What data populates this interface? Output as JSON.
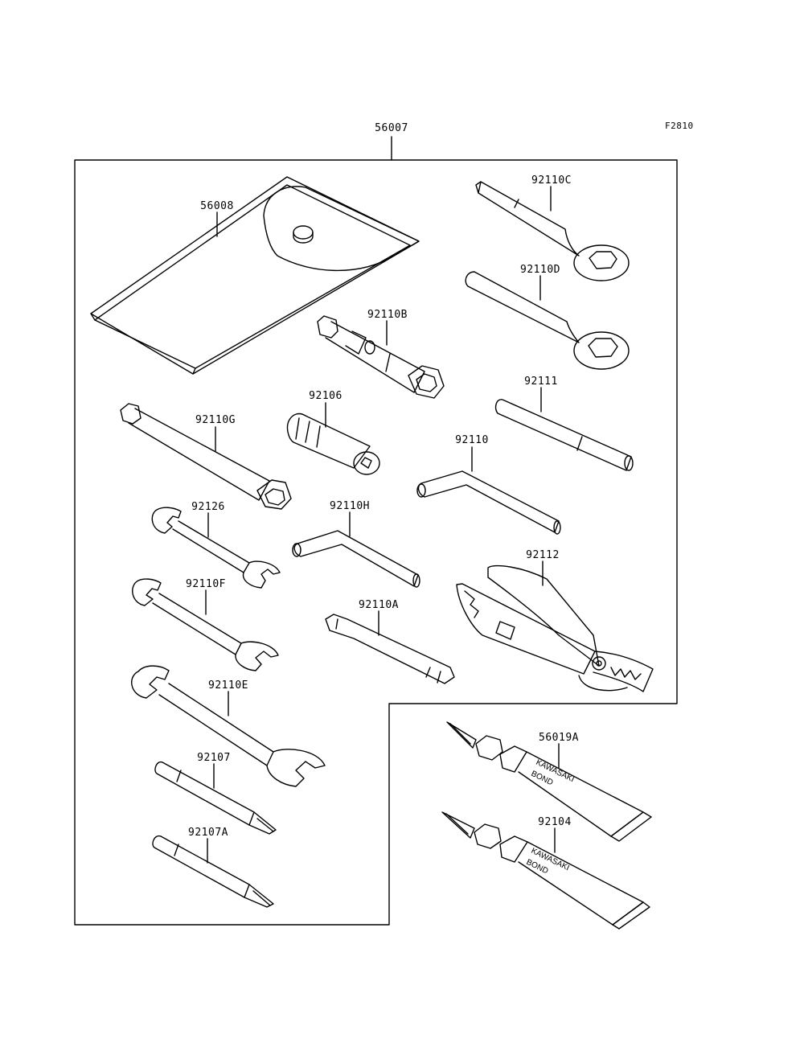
{
  "figure_code": "F2810",
  "kit_part": "56007",
  "parts": {
    "p56008": "56008",
    "p92110C": "92110C",
    "p92110D": "92110D",
    "p92110B": "92110B",
    "p92111": "92111",
    "p92106": "92106",
    "p92110G": "92110G",
    "p92110": "92110",
    "p92126": "92126",
    "p92110H": "92110H",
    "p92112": "92112",
    "p92110F": "92110F",
    "p92110A": "92110A",
    "p92110E": "92110E",
    "p56019A": "56019A",
    "p92107": "92107",
    "p92104": "92104",
    "p92107A": "92107A"
  },
  "tube_brand": "KAWASAKI",
  "tube_product": "BOND"
}
